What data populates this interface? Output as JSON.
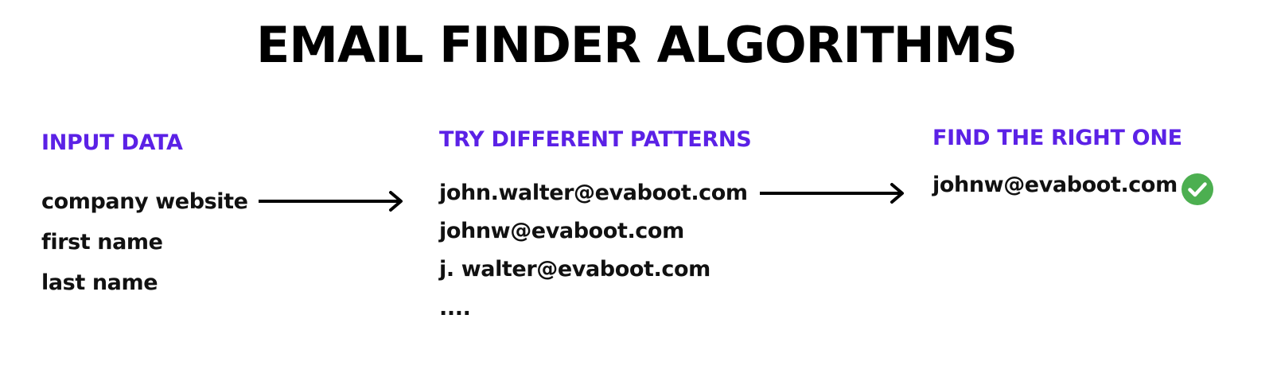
{
  "title": "EMAIL FINDER ALGORITHMS",
  "colors": {
    "accent": "#5b21e6",
    "check": "#4caf50",
    "text": "#111111"
  },
  "steps": [
    {
      "heading": "INPUT DATA",
      "items": [
        "company website",
        "first name",
        "last name"
      ]
    },
    {
      "heading": "TRY DIFFERENT PATTERNS",
      "items": [
        "john.walter@evaboot.com",
        "johnw@evaboot.com",
        "j. walter@evaboot.com",
        "...."
      ]
    },
    {
      "heading": "FIND THE RIGHT ONE",
      "items": [
        "johnw@evaboot.com"
      ]
    }
  ],
  "icons": {
    "arrow": "right-arrow-icon",
    "result": "check-circle-icon"
  }
}
